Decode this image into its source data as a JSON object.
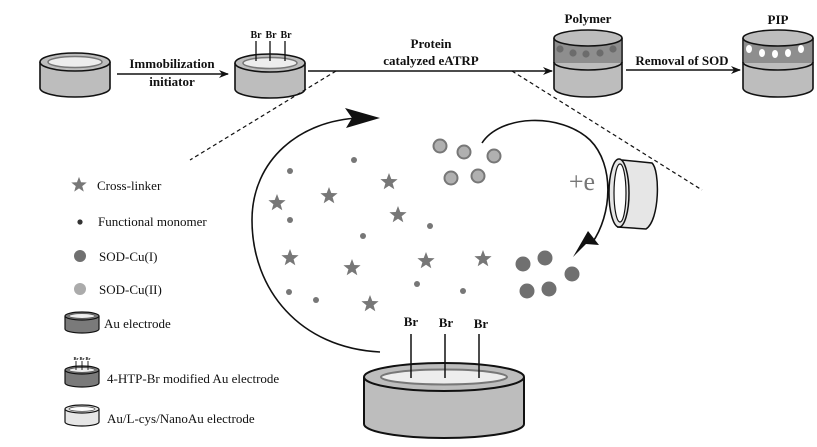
{
  "top_row": {
    "step1_label_line1": "Immobilization",
    "step1_label_line2": "initiator",
    "br_labels": [
      "Br",
      "Br",
      "Br"
    ],
    "step2_label_line1": "Protein",
    "step2_label_line2": "catalyzed eATRP",
    "polymer_title": "Polymer",
    "step3_label": "Removal of SOD",
    "pip_title": "PIP"
  },
  "center": {
    "electron_label": "+e",
    "br_labels": [
      "Br",
      "Br",
      "Br"
    ]
  },
  "legend": {
    "items": [
      {
        "icon": "star-icon",
        "label": "Cross-linker"
      },
      {
        "icon": "small-dot-icon",
        "label": "Functional monomer"
      },
      {
        "icon": "dark-circle-icon",
        "label": "SOD-Cu(I)"
      },
      {
        "icon": "light-circle-icon",
        "label": "SOD-Cu(II)"
      },
      {
        "icon": "au-electrode-icon",
        "label": "Au electrode"
      },
      {
        "icon": "br-electrode-icon",
        "label": "4-HTP-Br modified Au electrode",
        "mini_br": [
          "Br",
          "Br",
          "Br"
        ]
      },
      {
        "icon": "nanoau-electrode-icon",
        "label": "Au/L-cys/NanoAu electrode"
      }
    ]
  },
  "colors": {
    "electrode_gray": "#bdbdbd",
    "electrode_dark": "#7a7a7a",
    "electrode_light": "#e6e6e6",
    "inner_ring": "#ededed",
    "marker_gray": "#777777",
    "sod_cu1": "#707070",
    "sod_cu2": "#b0b0b0",
    "line": "#111111"
  }
}
